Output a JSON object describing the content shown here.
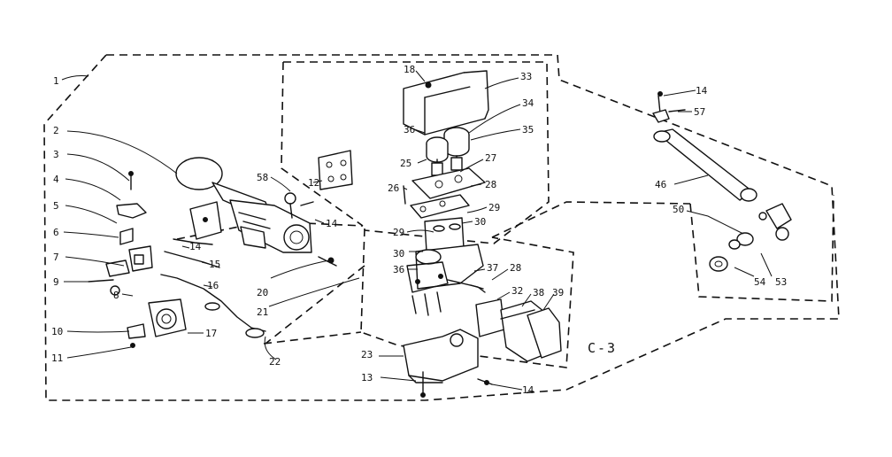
{
  "sheet_label": "C-3",
  "callouts": {
    "c1": "1",
    "c2": "2",
    "c3": "3",
    "c4": "4",
    "c5": "5",
    "c6": "6",
    "c7": "7",
    "c8": "8",
    "c9": "9",
    "c10": "10",
    "c11": "11",
    "c12": "12",
    "c13": "13",
    "c14a": "14",
    "c14b": "14",
    "c14c": "14",
    "c14d": "14",
    "c15": "15",
    "c16": "16",
    "c17": "17",
    "c18": "18",
    "c20": "20",
    "c21": "21",
    "c22": "22",
    "c23": "23",
    "c25": "25",
    "c26": "26",
    "c27": "27",
    "c28a": "28",
    "c28b": "28",
    "c29a": "29",
    "c29b": "29",
    "c30a": "30",
    "c30b": "30",
    "c32": "32",
    "c33": "33",
    "c34": "34",
    "c35": "35",
    "c36a": "36",
    "c36b": "36",
    "c37": "37",
    "c38": "38",
    "c39": "39",
    "c46": "46",
    "c50": "50",
    "c53": "53",
    "c54": "54",
    "c57": "57",
    "c58": "58"
  }
}
